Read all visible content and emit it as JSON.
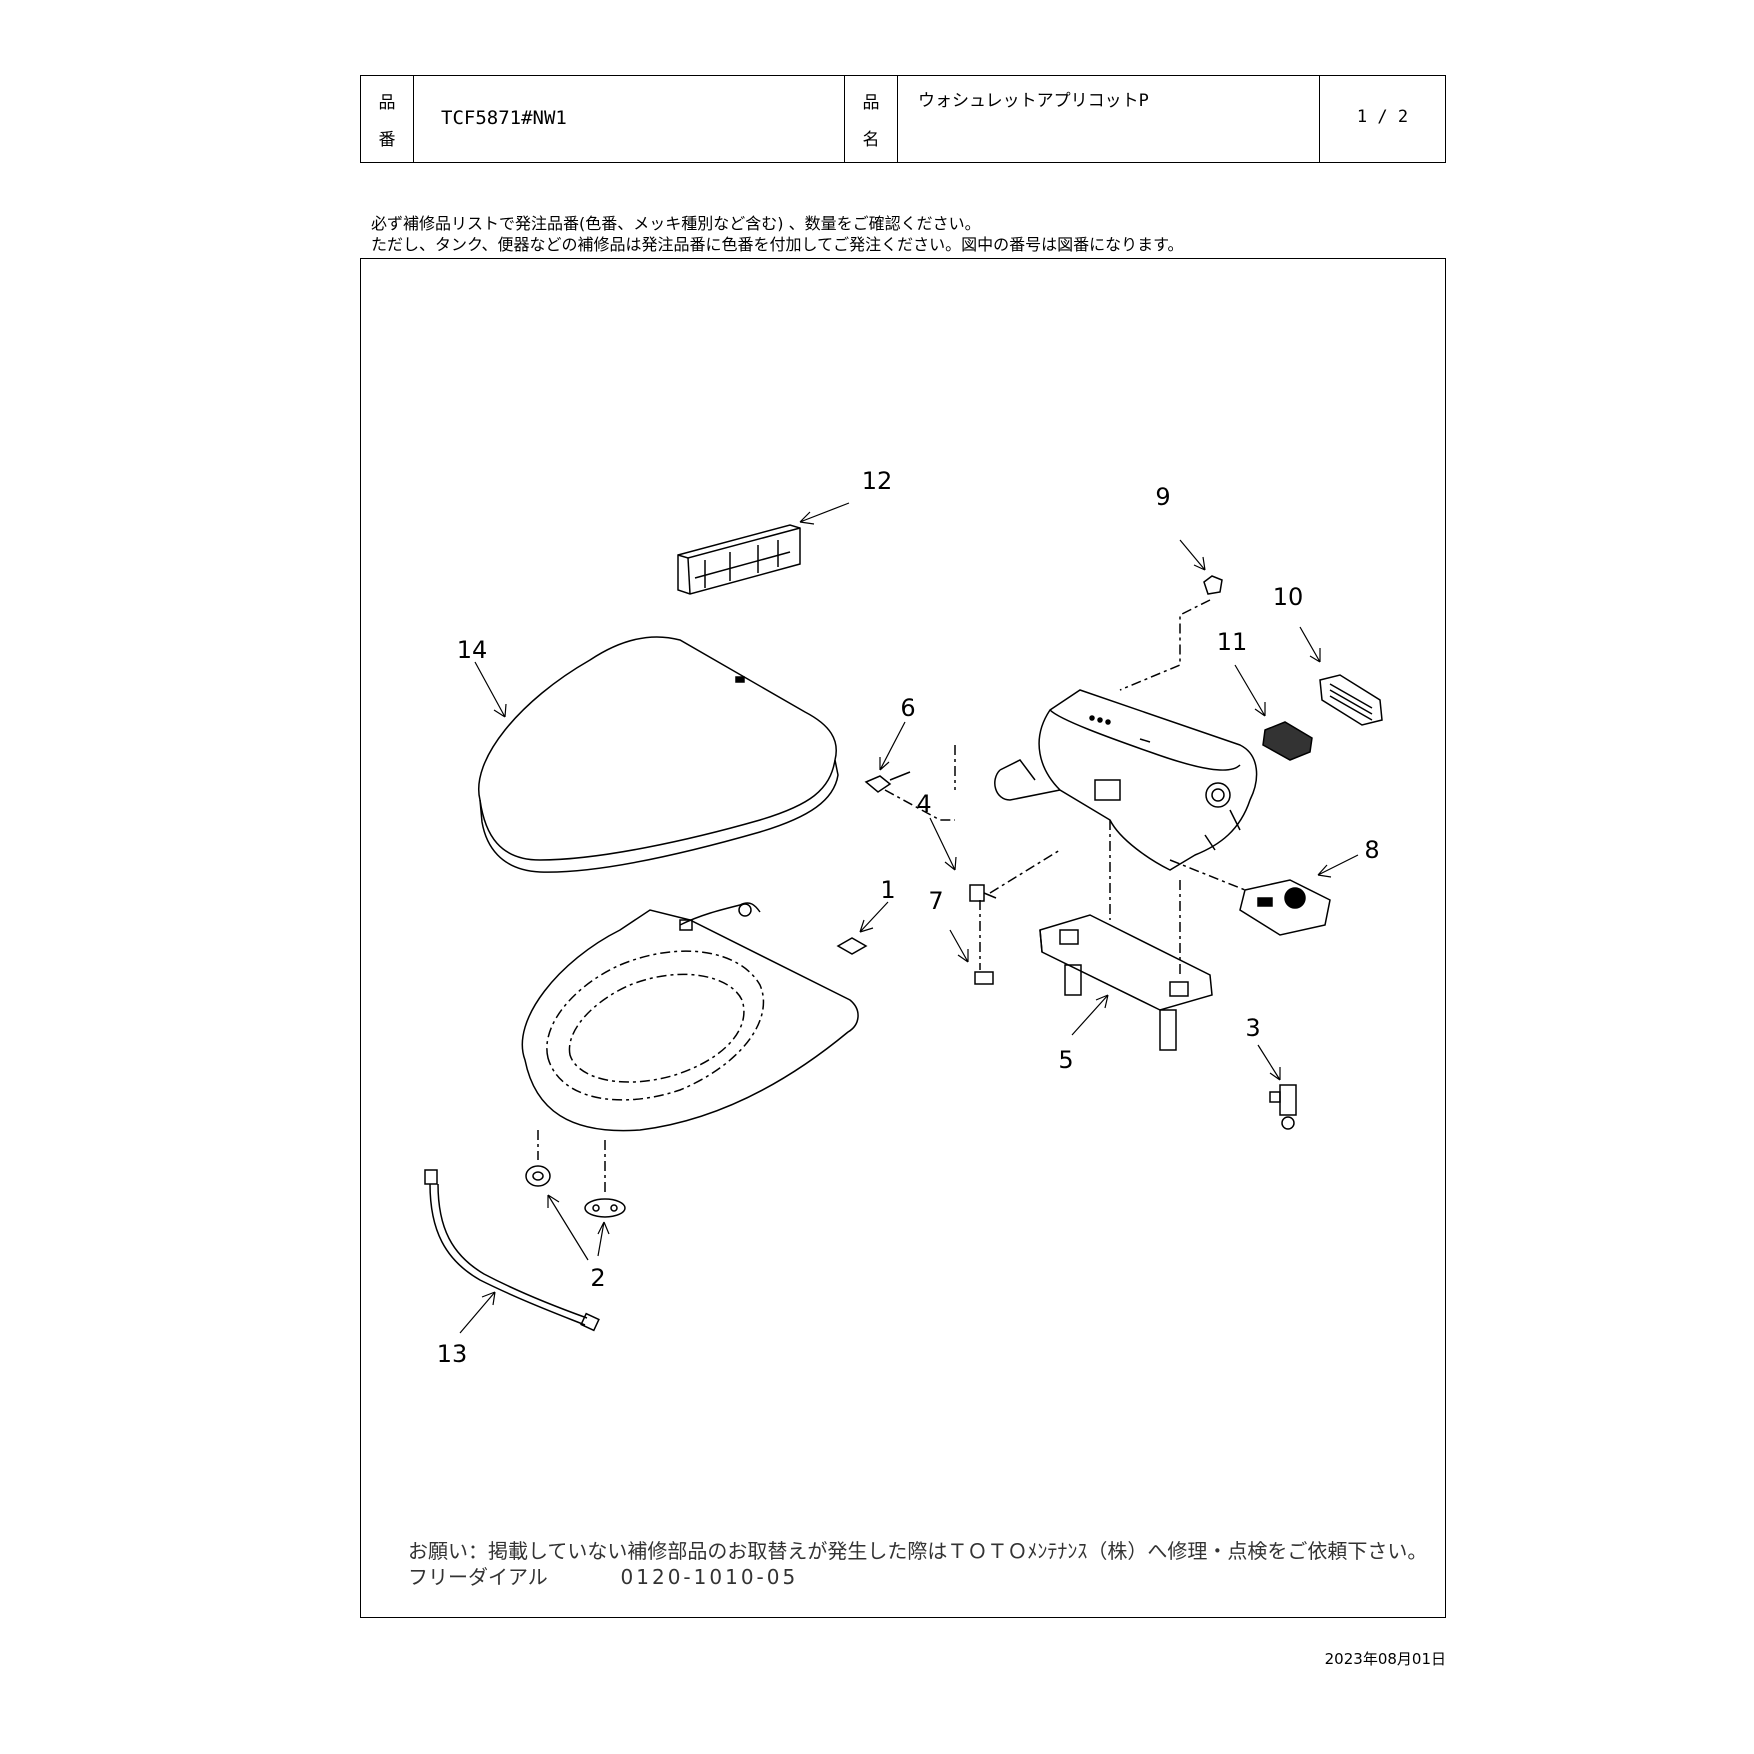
{
  "header": {
    "part_no_label_1": "品",
    "part_no_label_2": "番",
    "part_no": "TCF5871#NW1",
    "name_label_1": "品",
    "name_label_2": "名",
    "product_name": "ウォシュレットアプリコットP",
    "page": "1 / 2"
  },
  "notes": {
    "line1": "必ず補修品リストで発注品番(色番、メッキ種別など含む) 、数量をご確認ください。",
    "line2": "ただし、タンク、便器などの補修品は発注品番に色番を付加してご発注ください。図中の番号は図番になります。"
  },
  "callouts": {
    "n1": "1",
    "n2": "2",
    "n3": "3",
    "n4": "4",
    "n5": "5",
    "n6": "6",
    "n7": "7",
    "n8": "8",
    "n9": "9",
    "n10": "10",
    "n11": "11",
    "n12": "12",
    "n13": "13",
    "n14": "14"
  },
  "footer": {
    "request": "お願い：掲載していない補修部品のお取替えが発生した際はＴＯＴＯﾒﾝﾃﾅﾝｽ（株）へ修理・点検をご依頼下さい。",
    "dial_label": "フリーダイアル",
    "dial_number": "0120-1010-05"
  },
  "date": "2023年08月01日"
}
